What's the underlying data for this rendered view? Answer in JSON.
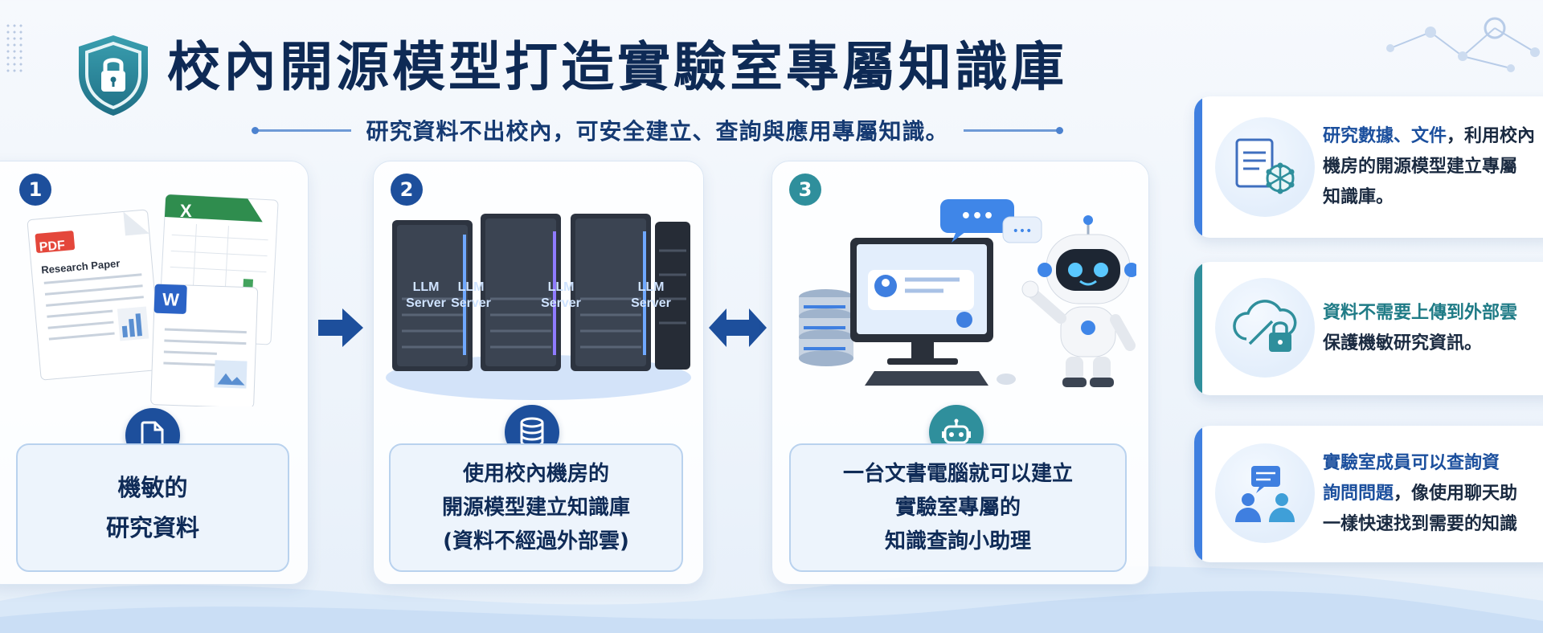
{
  "header": {
    "title": "校內開源模型打造實驗室專屬知識庫",
    "subtitle": "研究資料不出校內，可安全建立、查詢與應用專屬知識。"
  },
  "steps": [
    {
      "number": "1",
      "illustration": {
        "pdf_tag": "PDF",
        "doc_title": "Research Paper",
        "excel_tag": "X",
        "word_tag": "W"
      },
      "caption_lines": [
        "機敏的",
        "研究資料"
      ]
    },
    {
      "number": "2",
      "illustration": {
        "servers": [
          {
            "line1": "LLM",
            "line2": "Server"
          },
          {
            "line1": "LLM",
            "line2": "Server"
          },
          {
            "line1": "LLM",
            "line2": "Server"
          },
          {
            "line1": "LLM",
            "line2": "Server"
          }
        ]
      },
      "caption_lines": [
        "使用校內機房的",
        "開源模型建立知識庫",
        "(資料不經過外部雲)"
      ]
    },
    {
      "number": "3",
      "illustration": {
        "chat_bubble": "•••",
        "chat_bubble_small": "•••"
      },
      "caption_lines": [
        "一台文書電腦就可以建立",
        "實驗室專屬的",
        "知識查詢小助理"
      ]
    }
  ],
  "panels": [
    {
      "icon": "document-network-icon",
      "lines": [
        {
          "highlight": "研究數據、文件",
          "rest": "，利用校內"
        },
        {
          "highlight": "",
          "rest": "機房的開源模型建立專屬"
        },
        {
          "highlight": "",
          "rest": "知識庫。"
        }
      ]
    },
    {
      "icon": "cloud-lock-icon",
      "lines": [
        {
          "highlight": "資料不需要上傳到外部雲",
          "rest": ""
        },
        {
          "highlight": "",
          "rest": "保護機敏研究資訊。"
        }
      ]
    },
    {
      "icon": "people-chat-icon",
      "lines": [
        {
          "highlight": "實驗室成員可以查詢資",
          "rest": ""
        },
        {
          "highlight": "詢問問題",
          "rest": "，像使用聊天助"
        },
        {
          "highlight": "",
          "rest": "一樣快速找到需要的知識"
        }
      ]
    }
  ],
  "colors": {
    "navy": "#0e2a55",
    "blue": "#1d4f9c",
    "teal": "#2f8f9c",
    "accent": "#3f7fe0"
  }
}
